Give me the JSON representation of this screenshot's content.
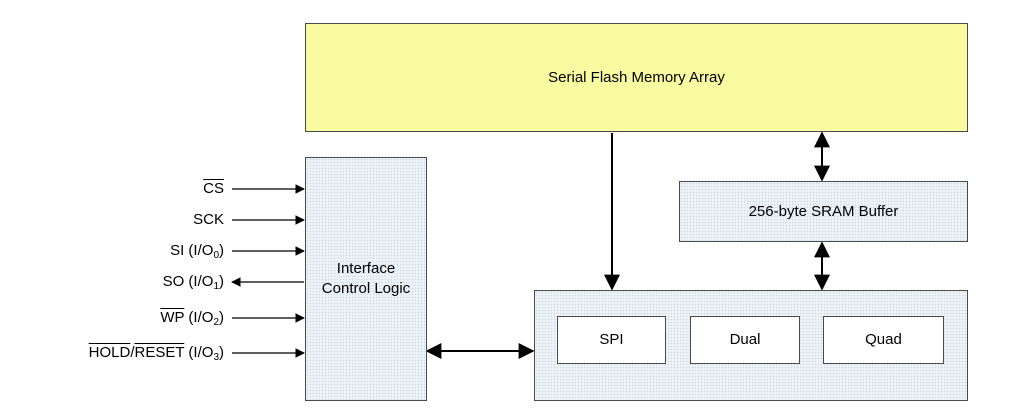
{
  "blocks": {
    "memory_array": "Serial Flash Memory Array",
    "sram_buffer": "256-byte SRAM Buffer",
    "interface_line1": "Interface",
    "interface_line2": "Control Logic",
    "spi": "SPI",
    "dual": "Dual",
    "quad": "Quad"
  },
  "pins": {
    "cs": {
      "name": "CS"
    },
    "sck": {
      "name": "SCK"
    },
    "si": {
      "name": "SI (I/O",
      "sub": "0",
      "close": ")"
    },
    "so": {
      "name": "SO (I/O",
      "sub": "1",
      "close": ")"
    },
    "wp": {
      "name": "WP",
      "rest": " (I/O",
      "sub": "2",
      "close": ")"
    },
    "hold": {
      "name": "HOLD",
      "sep": "/",
      "name2": "RESET",
      "rest": " (I/O",
      "sub": "3",
      "close": ")"
    }
  },
  "colors": {
    "memory_fill": "#fafaa0",
    "block_fill": "#eef3f8",
    "line": "#000000"
  }
}
